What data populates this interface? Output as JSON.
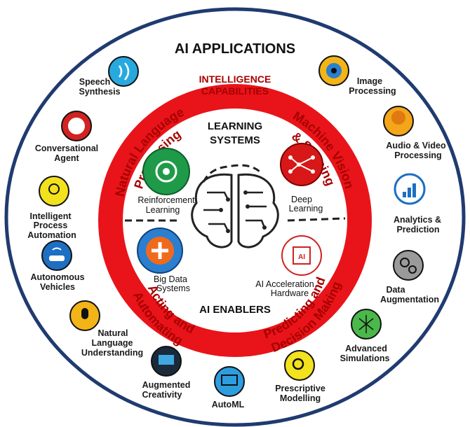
{
  "ring_titles": {
    "applications": "AI APPLICATIONS",
    "capabilities_line1": "INTELLIGENCE",
    "capabilities_line2": "CAPABILITIES",
    "learning_line1": "LEARNING",
    "learning_line2": "SYSTEMS",
    "enablers": "AI ENABLERS"
  },
  "capability_arcs": {
    "nlp_line1": "Natural Language",
    "nlp_line2": "Processing",
    "vision_line1": "Machine Vision",
    "vision_line2": "& Sensing",
    "acting_line1": "Acting and",
    "acting_line2": "Automating",
    "predicting_line1": "Predicting and",
    "predicting_line2": "Decision Making"
  },
  "inner_items": {
    "reinforcement_line1": "Reinforcement",
    "reinforcement_line2": "Learning",
    "deep_line1": "Deep",
    "deep_line2": "Learning",
    "bigdata_line1": "Big Data",
    "bigdata_line2": "Systems",
    "accel_line1": "AI Acceleration",
    "accel_line2": "Hardware"
  },
  "applications": {
    "speech_1": "Speech",
    "speech_2": "Synthesis",
    "conv_1": "Conversational",
    "conv_2": "Agent",
    "ipa_1": "Intelligent",
    "ipa_2": "Process",
    "ipa_3": "Automation",
    "av_1": "Autonomous",
    "av_2": "Vehicles",
    "nlu_1": "Natural",
    "nlu_2": "Language",
    "nlu_3": "Understanding",
    "ac_1": "Augmented",
    "ac_2": "Creativity",
    "automl": "AutoML",
    "pm_1": "Prescriptive",
    "pm_2": "Modelling",
    "as_1": "Advanced",
    "as_2": "Simulations",
    "da_1": "Data",
    "da_2": "Augmentation",
    "ap_1": "Analytics &",
    "ap_2": "Prediction",
    "avp_1": "Audio & Video",
    "avp_2": "Processing",
    "ip_1": "Image",
    "ip_2": "Processing"
  },
  "colors": {
    "outer_border": "#1f3b70",
    "red_ring": "#e8141a",
    "ring_text": "#a80000"
  },
  "icons": {
    "speech": "speech-icon",
    "conversational": "robot-face-icon",
    "ipa": "gear-head-icon",
    "autonomous": "car-wifi-icon",
    "nlu": "microphone-icon",
    "augmented": "laptop-icon",
    "automl": "monitor-gear-icon",
    "prescriptive": "gear-search-icon",
    "simulations": "network-icon",
    "data_aug": "gears-bulb-icon",
    "analytics": "chart-up-icon",
    "audio_video": "tree-brain-icon",
    "image": "eye-scan-icon",
    "reinforcement": "head-gears-icon",
    "deep": "neural-head-icon",
    "bigdata": "database-icon",
    "accel": "ai-chip-icon",
    "brain": "circuit-brain-icon"
  }
}
